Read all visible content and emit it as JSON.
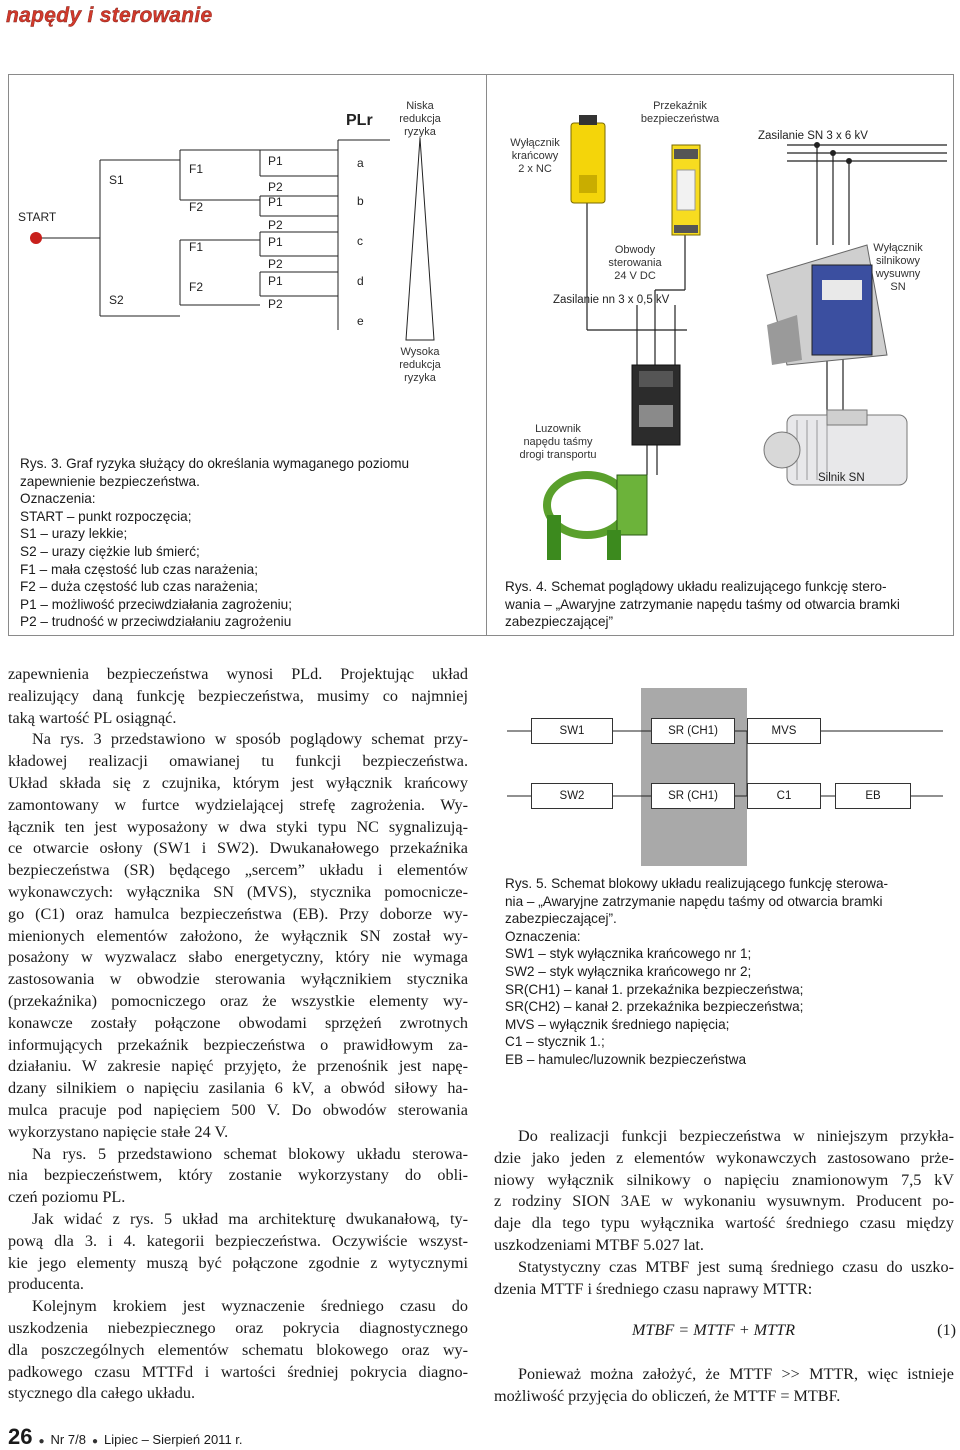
{
  "header": {
    "section": "napędy i sterowanie"
  },
  "fig3": {
    "plr_title": "PLr",
    "low": [
      "Niska",
      "redukcja",
      "ryzyka"
    ],
    "high": [
      "Wysoka",
      "redukcja",
      "ryzyka"
    ],
    "start": "START",
    "s1": "S1",
    "s2": "S2",
    "f_labels": [
      "F1",
      "F2",
      "F1",
      "F2"
    ],
    "p_labels": [
      "P1",
      "P2",
      "P1",
      "P2",
      "P1",
      "P2",
      "P1",
      "P2"
    ],
    "levels": [
      "a",
      "b",
      "c",
      "d",
      "e"
    ],
    "caption": [
      "Rys. 3. Graf ryzyka służący do określania wymaganego poziomu",
      "zapewnienie bezpieczeństwa.",
      "Oznaczenia:",
      "START – punkt rozpoczęcia;",
      "S1 – urazy lekkie;",
      "S2 – urazy ciężkie lub śmierć;",
      "F1 – mała częstość lub czas narażenia;",
      "F2 – duża częstość lub czas narażenia;",
      "P1 – możliwość przeciwdziałania zagrożeniu;",
      "P2 – trudność w przeciwdziałaniu zagrożeniu"
    ]
  },
  "fig4": {
    "limit_switch": [
      "Wyłącznik",
      "krańcowy",
      "2 x NC"
    ],
    "relay": [
      "Przekaźnik",
      "bezpieczeństwa"
    ],
    "supply_sn": "Zasilanie SN 3 x 6 kV",
    "control_circuits": [
      "Obwody",
      "sterowania",
      "24 V DC"
    ],
    "supply_nn": "Zasilanie nn 3 x 0,5 kV",
    "breaker": [
      "Wyłącznik",
      "silnikowy",
      "wysuwny",
      "SN"
    ],
    "brake": [
      "Luzownik",
      "napędu taśmy",
      "drogi transportu"
    ],
    "motor": "Silnik SN",
    "caption": [
      "Rys. 4. Schemat poglądowy układu realizującego funkcję stero-",
      "wania – „Awaryjne zatrzymanie napędu taśmy od otwarcia bramki",
      "zabezpieczającej”"
    ]
  },
  "fig5": {
    "row1": [
      "SW1",
      "SR (CH1)",
      "MVS"
    ],
    "row2": [
      "SW2",
      "SR (CH1)",
      "C1",
      "EB"
    ],
    "caption": [
      "Rys. 5. Schemat blokowy układu realizującego funkcję sterowa-",
      "nia – „Awaryjne zatrzymanie napędu taśmy od otwarcia bramki",
      "zabezpieczającej”.",
      "Oznaczenia:",
      "SW1 – styk wyłącznika krańcowego nr 1;",
      "SW2 – styk wyłącznika krańcowego nr 2;",
      "SR(CH1) – kanał 1. przekaźnika bezpieczeństwa;",
      "SR(CH2) – kanał 2. przekaźnika bezpieczeństwa;",
      "MVS – wyłącznik średniego napięcia;",
      "C1 – stycznik 1.;",
      "EB – hamulec/luzownik bezpieczeństwa"
    ]
  },
  "left_column": [
    {
      "t": "zapewnienia bezpieczeństwa wynosi PLd. Projektując układ"
    },
    {
      "t": "realizujący daną funkcję bezpieczeństwa, musimy co najmniej"
    },
    {
      "t": "taką wartość PL osiągnąć."
    },
    {
      "t": "Na rys. 3 przedstawiono w sposób poglądowy schemat przy-"
    },
    {
      "t": "kładowej realizacji omawianej tu funkcji bezpieczeństwa."
    },
    {
      "t": "Układ składa się z czujnika, którym jest wyłącznik krańcowy"
    },
    {
      "t": "zamontowany w furtce wydzielającej strefę zagrożenia. Wy-"
    },
    {
      "t": "łącznik ten jest wyposażony w dwa styki typu NC sygnalizują-"
    },
    {
      "t": "ce otwarcie osłony (SW1 i SW2). Dwukanałowego przekaźnika"
    },
    {
      "t": "bezpieczeństwa (SR) będącego „sercem” układu i elementów"
    },
    {
      "t": "wykonawczych: wyłącznika SN (MVS), stycznika pomocnicze-"
    },
    {
      "t": "go (C1) oraz hamulca bezpieczeństwa (EB). Przy doborze wy-"
    },
    {
      "t": "mienionych elementów założono, że wyłącznik SN został wy-"
    },
    {
      "t": "posażony w wyzwalacz słabo energetyczny, który nie wymaga"
    },
    {
      "t": "zastosowania w obwodzie sterowania wyłącznikiem stycznika"
    },
    {
      "t": "(przekaźnika) pomocniczego oraz że wszystkie elementy wy-"
    },
    {
      "t": "konawcze zostały połączone obwodami sprzężeń zwrotnych"
    },
    {
      "t": "informujących przekaźnik bezpieczeństwa o prawidłowym za-"
    },
    {
      "t": "działaniu. W zakresie napięć przyjęto, że przenośnik jest napę-"
    },
    {
      "t": "dzany silnikiem o napięciu zasilania 6 kV, a obwód siłowy ha-"
    },
    {
      "t": "mulca pracuje pod napięciem 500 V. Do obwodów sterowania"
    },
    {
      "t": "wykorzystano napięcie stałe 24 V."
    },
    {
      "t": "Na rys. 5 przedstawiono schemat blokowy układu sterowa-"
    },
    {
      "t": "nia bezpieczeństwem, który zostanie wykorzystany do obli-"
    },
    {
      "t": "czeń poziomu PL."
    },
    {
      "t": "Jak widać z rys. 5 układ ma architekturę dwukanałową, ty-"
    },
    {
      "t": "pową dla 3. i 4. kategorii bezpieczeństwa. Oczywiście wszyst-"
    },
    {
      "t": "kie jego elementy muszą być połączone zgodnie z wytycznymi"
    },
    {
      "t": "producenta."
    },
    {
      "t": "Kolejnym krokiem jest wyznaczenie średniego czasu do"
    },
    {
      "t": "uszkodzenia niebezpiecznego oraz pokrycia diagnostycznego"
    },
    {
      "t": "dla poszczególnych elementów schematu blokowego oraz wy-"
    },
    {
      "t": "padkowego czasu MTTFd i wartości średniej pokrycia diagno-"
    },
    {
      "t": "stycznego dla całego układu."
    }
  ],
  "right_column": [
    {
      "t": "Do realizacji funkcji bezpieczeństwa w niniejszym przykła-"
    },
    {
      "t": "dzie jako jeden z elementów wykonawczych zastosowano prże-"
    },
    {
      "t": "niowy wyłącznik silnikowy o napięciu znamionowym 7,5 kV"
    },
    {
      "t": "z rodziny SION 3AE w wykonaniu wysuwnym. Producent po-"
    },
    {
      "t": "daje dla tego typu wyłącznika wartość średniego czasu między"
    },
    {
      "t": "uszkodzeniami MTBF 5.027 lat."
    },
    {
      "t": "Statystyczny czas MTBF jest sumą średniego czasu do uszko-"
    },
    {
      "t": "dzenia MTTF i średniego czasu naprawy MTTR:"
    },
    {
      "t": "Ponieważ można założyć, że MTTF >> MTTR, więc istnieje"
    },
    {
      "t": "możliwość przyjęcia do obliczeń, że MTTF = MTBF."
    }
  ],
  "equation": {
    "text": "MTBF = MTTF + MTTR",
    "number": "(1)"
  },
  "footer": {
    "page": "26",
    "issue": "Nr 7/8",
    "date": "Lipiec – Sierpień 2011 r."
  }
}
